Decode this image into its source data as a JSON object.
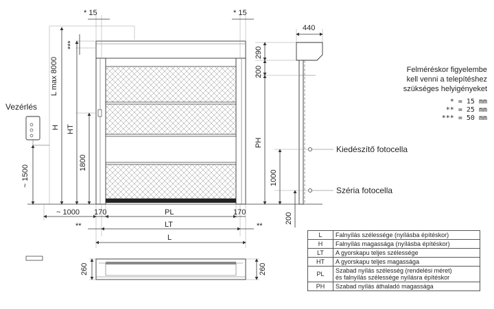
{
  "dimensions": {
    "star15_left": "* 15",
    "star15_right": "* 15",
    "stars3": "***",
    "stars2_left": "**",
    "stars2_right": "**",
    "lmax": "L max 8000",
    "h": "H",
    "ht": "HT",
    "d1800": "1800",
    "d1500": "~ 1500",
    "d1000_left": "~ 1000",
    "d170_left": "170",
    "d170_right": "170",
    "pl": "PL",
    "lt": "LT",
    "l": "L",
    "d440": "440",
    "d290": "290",
    "d200_top": "200",
    "ph": "PH",
    "d1000_right": "1000",
    "d200_bottom": "200",
    "d260_left": "260",
    "d260_right": "260"
  },
  "labels": {
    "vezerles": "Vezérlés",
    "kiedeszito": "Kiedészítő fotocella",
    "szeria": "Széria fotocella"
  },
  "notes": {
    "line1": "Felméréskor figyelembe",
    "line2": "kell venni a telepítéshez",
    "line3": "szükséges helyigényeket",
    "n1": "* = 15 mm",
    "n2": "** = 25 mm",
    "n3": "*** = 50 mm"
  },
  "legend": [
    {
      "key": "L",
      "text": "Falnyílás szélessége (nyílásba építéskor)"
    },
    {
      "key": "H",
      "text": "Falnyílás magassága (nyílásba építéskor)"
    },
    {
      "key": "LT",
      "text": "A gyorskapu teljes szélessége"
    },
    {
      "key": "HT",
      "text": "A gyorskapu teljes magassága"
    },
    {
      "key": "PL",
      "text": "Szabad nyílás szélesség (rendelési méret)",
      "text2": "és falnyílás szélessége nyílásra építéskor"
    },
    {
      "key": "PH",
      "text": "Szabad nyílás áthaladó magassága"
    }
  ]
}
